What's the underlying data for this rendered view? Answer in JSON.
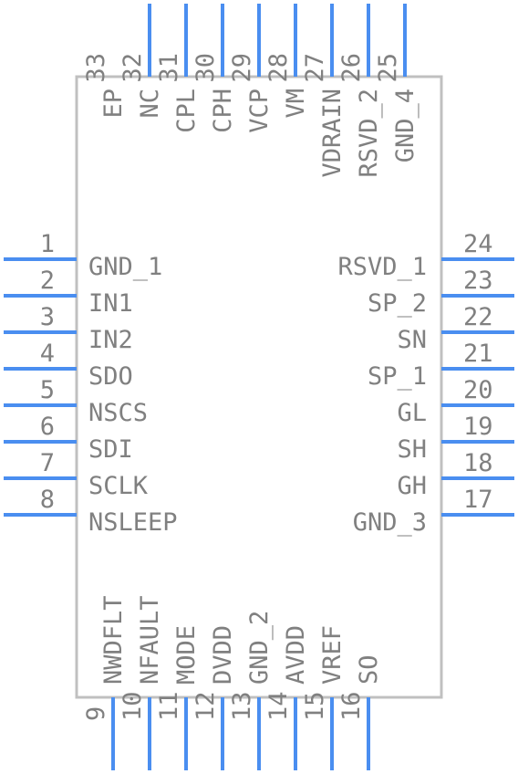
{
  "pins": {
    "left": [
      {
        "num": "1",
        "label": "GND_1"
      },
      {
        "num": "2",
        "label": "IN1"
      },
      {
        "num": "3",
        "label": "IN2"
      },
      {
        "num": "4",
        "label": "SDO"
      },
      {
        "num": "5",
        "label": "NSCS"
      },
      {
        "num": "6",
        "label": "SDI"
      },
      {
        "num": "7",
        "label": "SCLK"
      },
      {
        "num": "8",
        "label": "NSLEEP"
      }
    ],
    "bottom": [
      {
        "num": "9",
        "label": "NWDFLT"
      },
      {
        "num": "10",
        "label": "NFAULT"
      },
      {
        "num": "11",
        "label": "MODE"
      },
      {
        "num": "12",
        "label": "DVDD"
      },
      {
        "num": "13",
        "label": "GND_2"
      },
      {
        "num": "14",
        "label": "AVDD"
      },
      {
        "num": "15",
        "label": "VREF"
      },
      {
        "num": "16",
        "label": "SO"
      }
    ],
    "right": [
      {
        "num": "24",
        "label": "RSVD_1"
      },
      {
        "num": "23",
        "label": "SP_2"
      },
      {
        "num": "22",
        "label": "SN"
      },
      {
        "num": "21",
        "label": "SP_1"
      },
      {
        "num": "20",
        "label": "GL"
      },
      {
        "num": "19",
        "label": "SH"
      },
      {
        "num": "18",
        "label": "GH"
      },
      {
        "num": "17",
        "label": "GND_3"
      }
    ],
    "top": [
      {
        "num": "33",
        "label": "EP"
      },
      {
        "num": "32",
        "label": "NC"
      },
      {
        "num": "31",
        "label": "CPL"
      },
      {
        "num": "30",
        "label": "CPH"
      },
      {
        "num": "29",
        "label": "VCP"
      },
      {
        "num": "28",
        "label": "VM"
      },
      {
        "num": "27",
        "label": "VDRAIN"
      },
      {
        "num": "26",
        "label": "RSVD_2"
      },
      {
        "num": "25",
        "label": "GND_4"
      }
    ]
  }
}
